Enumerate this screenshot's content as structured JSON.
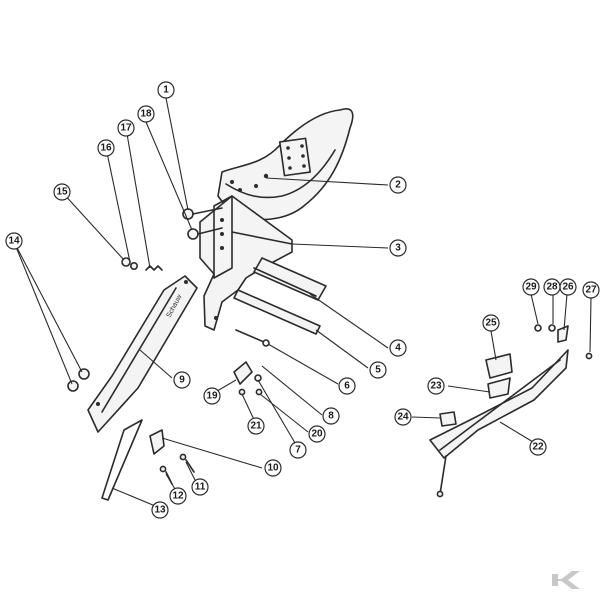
{
  "callouts": [
    {
      "label": "1"
    },
    {
      "label": "2"
    },
    {
      "label": "3"
    },
    {
      "label": "4"
    },
    {
      "label": "5"
    },
    {
      "label": "6"
    },
    {
      "label": "7"
    },
    {
      "label": "8"
    },
    {
      "label": "9"
    },
    {
      "label": "10"
    },
    {
      "label": "11"
    },
    {
      "label": "12"
    },
    {
      "label": "13"
    },
    {
      "label": "14"
    },
    {
      "label": "15"
    },
    {
      "label": "16"
    },
    {
      "label": "17"
    },
    {
      "label": "18"
    },
    {
      "label": "19"
    },
    {
      "label": "20"
    },
    {
      "label": "21"
    },
    {
      "label": "22"
    },
    {
      "label": "23"
    },
    {
      "label": "24"
    },
    {
      "label": "25"
    },
    {
      "label": "26"
    },
    {
      "label": "27"
    },
    {
      "label": "28"
    },
    {
      "label": "29"
    }
  ],
  "stamp": "Schauw",
  "colors": {
    "ink": "#2b2b2b",
    "paper": "#ffffff",
    "logo": "#c8c8c8"
  },
  "logo": {
    "icon": "brand-k-logo-icon"
  }
}
